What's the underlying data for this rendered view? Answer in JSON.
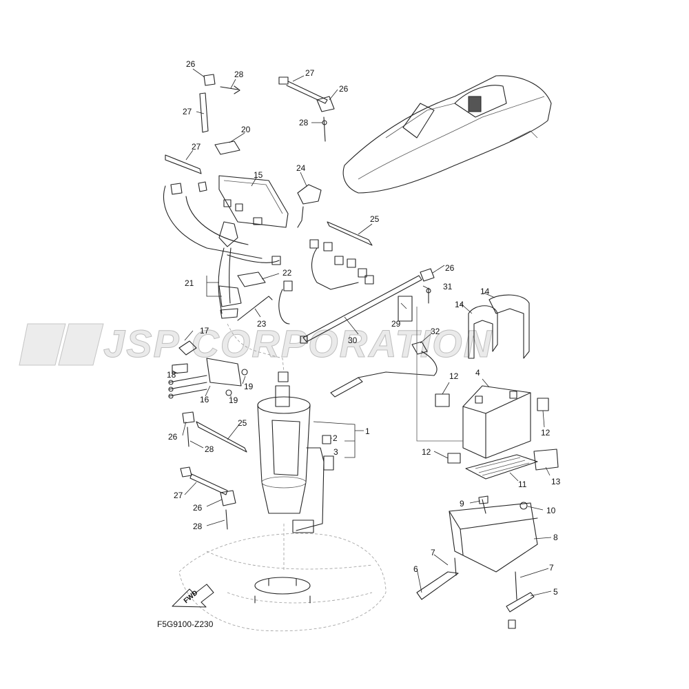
{
  "watermark": "JSP CORPORATION",
  "drawing_code": "F5G9100-Z230",
  "fwd_label": "FWD",
  "callouts": [
    "1",
    "2",
    "3",
    "4",
    "5",
    "6",
    "7",
    "8",
    "9",
    "10",
    "11",
    "12",
    "13",
    "14",
    "15",
    "16",
    "17",
    "18",
    "19",
    "20",
    "21",
    "22",
    "23",
    "24",
    "25",
    "26",
    "27",
    "28",
    "29",
    "30",
    "31",
    "32"
  ]
}
